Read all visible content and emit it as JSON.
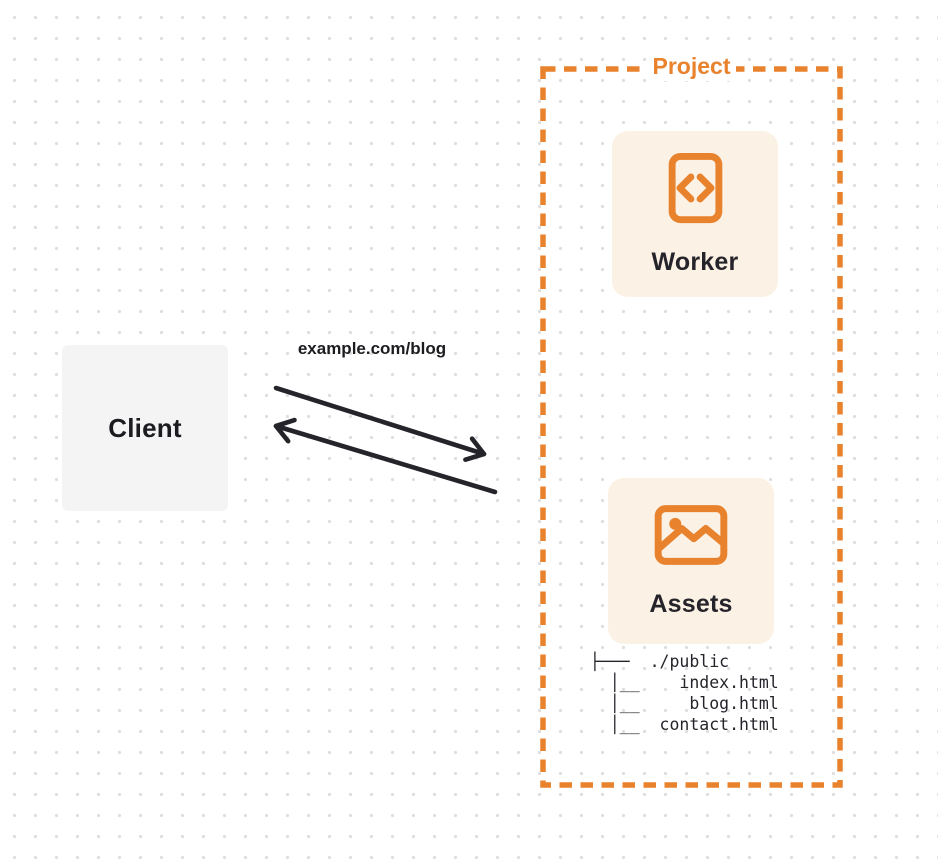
{
  "colors": {
    "accent_orange": "#e8822d",
    "card_background": "#fbf1e4",
    "client_background": "#f4f4f5",
    "arrow_dark": "#26242b",
    "grid_dot": "#dededf"
  },
  "client": {
    "label": "Client"
  },
  "request": {
    "url_label": "example.com/blog"
  },
  "project": {
    "label": "Project",
    "worker": {
      "label": "Worker",
      "icon": "code-icon"
    },
    "assets": {
      "label": "Assets",
      "icon": "image-icon",
      "file_tree": [
        "├───  ./public",
        "  │__    index.html",
        "  │__     blog.html",
        "  │__  contact.html"
      ]
    }
  }
}
